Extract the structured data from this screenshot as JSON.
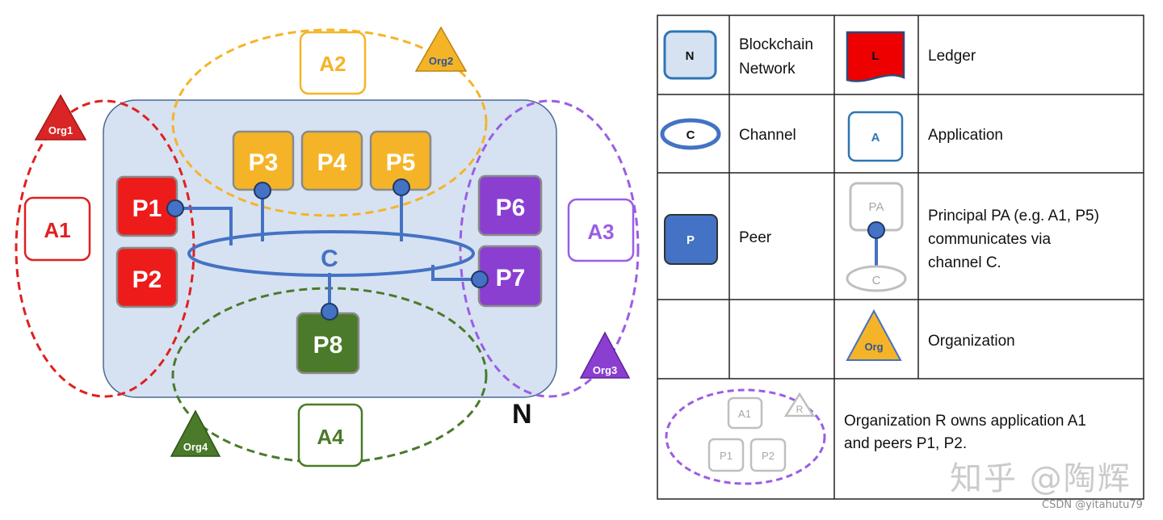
{
  "diagram": {
    "network_label": "N",
    "channel_label": "C",
    "peers": [
      "P1",
      "P2",
      "P3",
      "P4",
      "P5",
      "P6",
      "P7",
      "P8"
    ],
    "applications": [
      "A1",
      "A2",
      "A3",
      "A4"
    ],
    "organizations": [
      "Org1",
      "Org2",
      "Org3",
      "Org4"
    ],
    "colors": {
      "org1": "#e02020",
      "org2": "#f5b427",
      "org3": "#8a3fd1",
      "org4": "#4a7a2a",
      "network_fill": "#d6e2f2",
      "channel": "#4472c4"
    }
  },
  "legend": {
    "network": {
      "icon_text": "N",
      "label_line1": "Blockchain",
      "label_line2": "Network"
    },
    "ledger": {
      "icon_text": "L",
      "label": "Ledger"
    },
    "channel": {
      "icon_text": "C",
      "label": "Channel"
    },
    "application": {
      "icon_text": "A",
      "label": "Application"
    },
    "peer": {
      "icon_text": "P",
      "label": "Peer"
    },
    "principal": {
      "icon_top": "PA",
      "icon_bottom": "C",
      "label_line1": "Principal PA (e.g. A1, P5)",
      "label_line2": "communicates via",
      "label_line3": "channel C."
    },
    "organization": {
      "icon_text": "Org",
      "label": "Organization"
    },
    "ownership": {
      "icon_app": "A1",
      "icon_org": "R",
      "icon_peer1": "P1",
      "icon_peer2": "P2",
      "label_line1": "Organization R owns application A1",
      "label_line2": "and peers P1, P2."
    }
  },
  "watermark": "知乎 @陶辉",
  "credit": "CSDN @yitahutu79"
}
